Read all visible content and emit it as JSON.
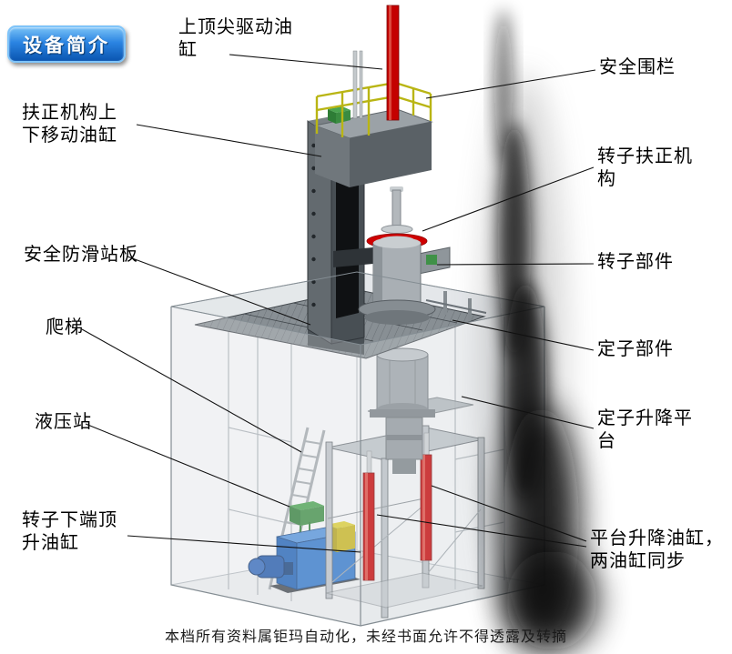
{
  "badge": {
    "text": "设备简介"
  },
  "labels": {
    "top_drive_cylinder": "上顶尖驱动油缸",
    "safety_fence": "安全围栏",
    "centering_move_cylinder": "扶正机构上下移动油缸",
    "rotor_centering_mech": "转子扶正机构",
    "anti_slip_board": "安全防滑站板",
    "rotor_part": "转子部件",
    "ladder": "爬梯",
    "stator_part": "定子部件",
    "hydraulic_station": "液压站",
    "stator_lift_platform": "定子升降平台",
    "rotor_bottom_jack_cylinder": "转子下端顶升油缸",
    "platform_lift_cylinders": "平台升降油缸，两油缸同步"
  },
  "footer": {
    "text": "本档所有资料属钜玛自动化，未经书面允许不得透露及转摘"
  },
  "palette": {
    "accent_red": "#c40000",
    "badge_blue": "#2b84e2",
    "fence_yellow": "#b9b514",
    "hydraulic_blue": "#1b5fb4",
    "machine_gray": "#9aa1a6"
  }
}
